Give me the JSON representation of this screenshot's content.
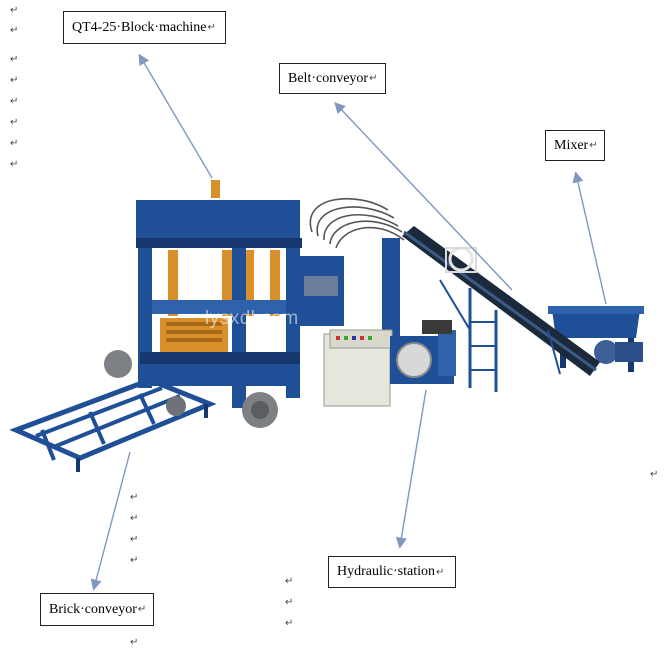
{
  "labels": {
    "block_machine": "QT4-25·Block·machine",
    "belt_conveyor": "Belt·conveyor",
    "mixer": "Mixer",
    "hydraulic_station": "Hydraulic·station",
    "brick_conveyor": "Brick·conveyor"
  },
  "paragraph_mark": "↵",
  "watermark": "lysxdl.com",
  "colors": {
    "machine_blue": "#1f4f96",
    "machine_dark": "#16386e",
    "mold_orange": "#d9902a",
    "arrow": "#7f98bf",
    "panel": "#e6e6dc"
  }
}
